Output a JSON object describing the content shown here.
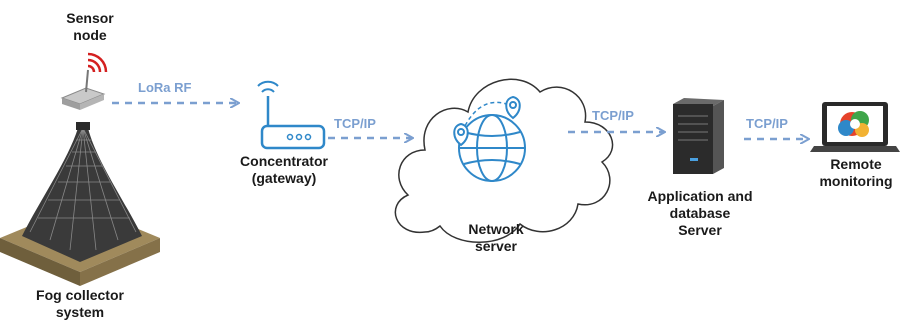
{
  "nodes": {
    "sensor": {
      "line1": "Sensor",
      "line2": "node"
    },
    "fog_collector": {
      "line1": "Fog collector",
      "line2": "system"
    },
    "concentrator": {
      "line1": "Concentrator",
      "line2": "(gateway)"
    },
    "network_server": {
      "line1": "Network",
      "line2": "server"
    },
    "app_server": {
      "line1": "Application and",
      "line2": "database",
      "line3": "Server"
    },
    "remote": {
      "line1": "Remote",
      "line2": "monitoring"
    }
  },
  "links": {
    "lora": "LoRa RF",
    "tcp1": "TCP/IP",
    "tcp2": "TCP/IP",
    "tcp3": "TCP/IP"
  },
  "colors": {
    "arrow": "#7b9fd0",
    "network_icon": "#2f88c9",
    "signal": "#d42020"
  }
}
